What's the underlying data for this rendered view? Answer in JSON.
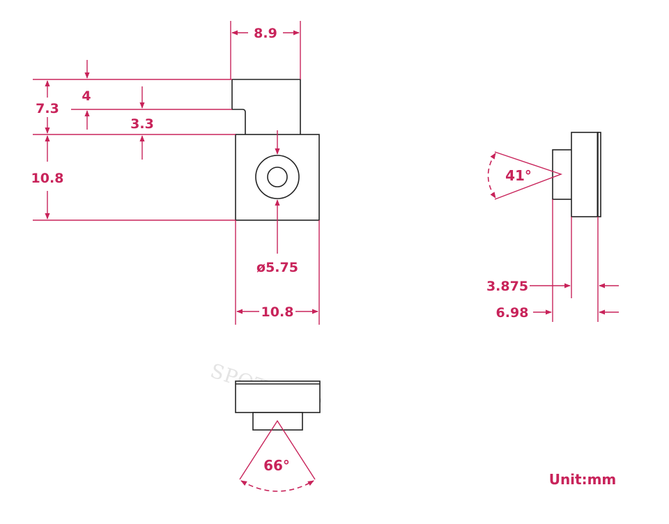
{
  "front_view": {
    "top_width": "8.9",
    "tab_height": "4",
    "total_upper_height": "7.3",
    "neck_height": "3.3",
    "body_height": "10.8",
    "lens_diameter": "ø5.75",
    "body_width": "10.8"
  },
  "side_view": {
    "fov_vertical": "41°",
    "lens_depth": "3.875",
    "total_depth": "6.98"
  },
  "bottom_view": {
    "fov_horizontal": "66°"
  },
  "watermark": "SPOTPEAR",
  "unit_label": "Unit:mm",
  "colors": {
    "dimension": "#c8235a",
    "outline": "#222222"
  }
}
